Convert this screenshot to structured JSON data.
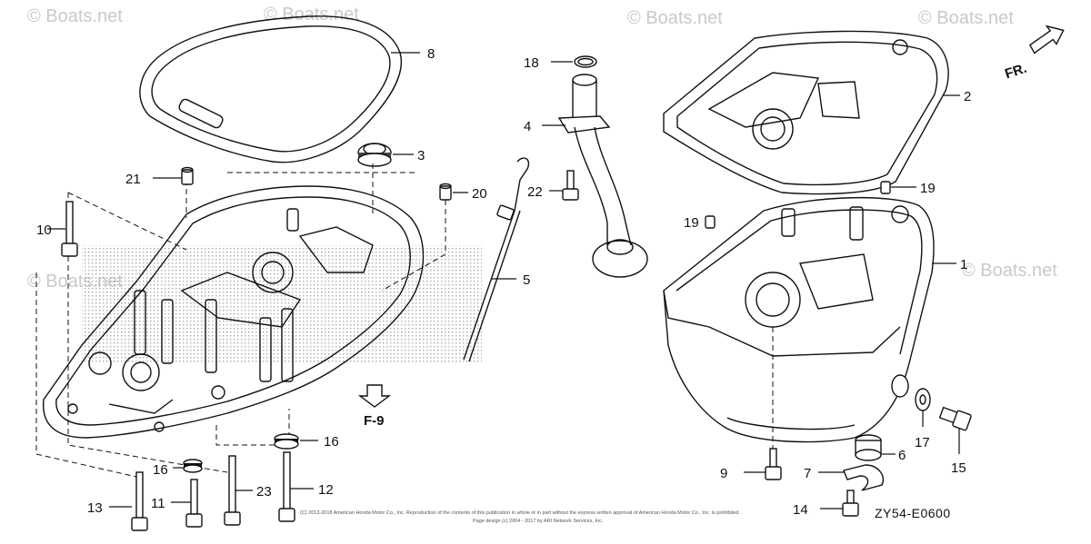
{
  "watermark": {
    "text": "© Boats.net",
    "copies": [
      {
        "id": "wm-top-left"
      },
      {
        "id": "wm-top-center"
      },
      {
        "id": "wm-top-mid"
      },
      {
        "id": "wm-top-right"
      },
      {
        "id": "wm-mid-left"
      },
      {
        "id": "wm-mid-right"
      }
    ]
  },
  "callouts": {
    "c1": "1",
    "c2": "2",
    "c3": "3",
    "c4": "4",
    "c5": "5",
    "c6": "6",
    "c7": "7",
    "c8": "8",
    "c9": "9",
    "c10": "10",
    "c11": "11",
    "c12": "12",
    "c13": "13",
    "c14": "14",
    "c15": "15",
    "c16a": "16",
    "c16b": "16",
    "c17": "17",
    "c18": "18",
    "c19a": "19",
    "c19b": "19",
    "c20": "20",
    "c21": "21",
    "c22": "22",
    "c23": "23"
  },
  "reference": {
    "label": "F-9"
  },
  "direction": {
    "label": "FR."
  },
  "diagram_code": "ZY54-E0600",
  "footer": {
    "line1": "(C) 2013-2018 American Honda Motor Co., Inc. Reproduction of the contents of this publication in whole or in part without the express written approval of American Honda Motor Co., Inc. is prohibited.",
    "line2": "Page design (c) 2004 - 2017 by ARI Network Services, Inc."
  }
}
